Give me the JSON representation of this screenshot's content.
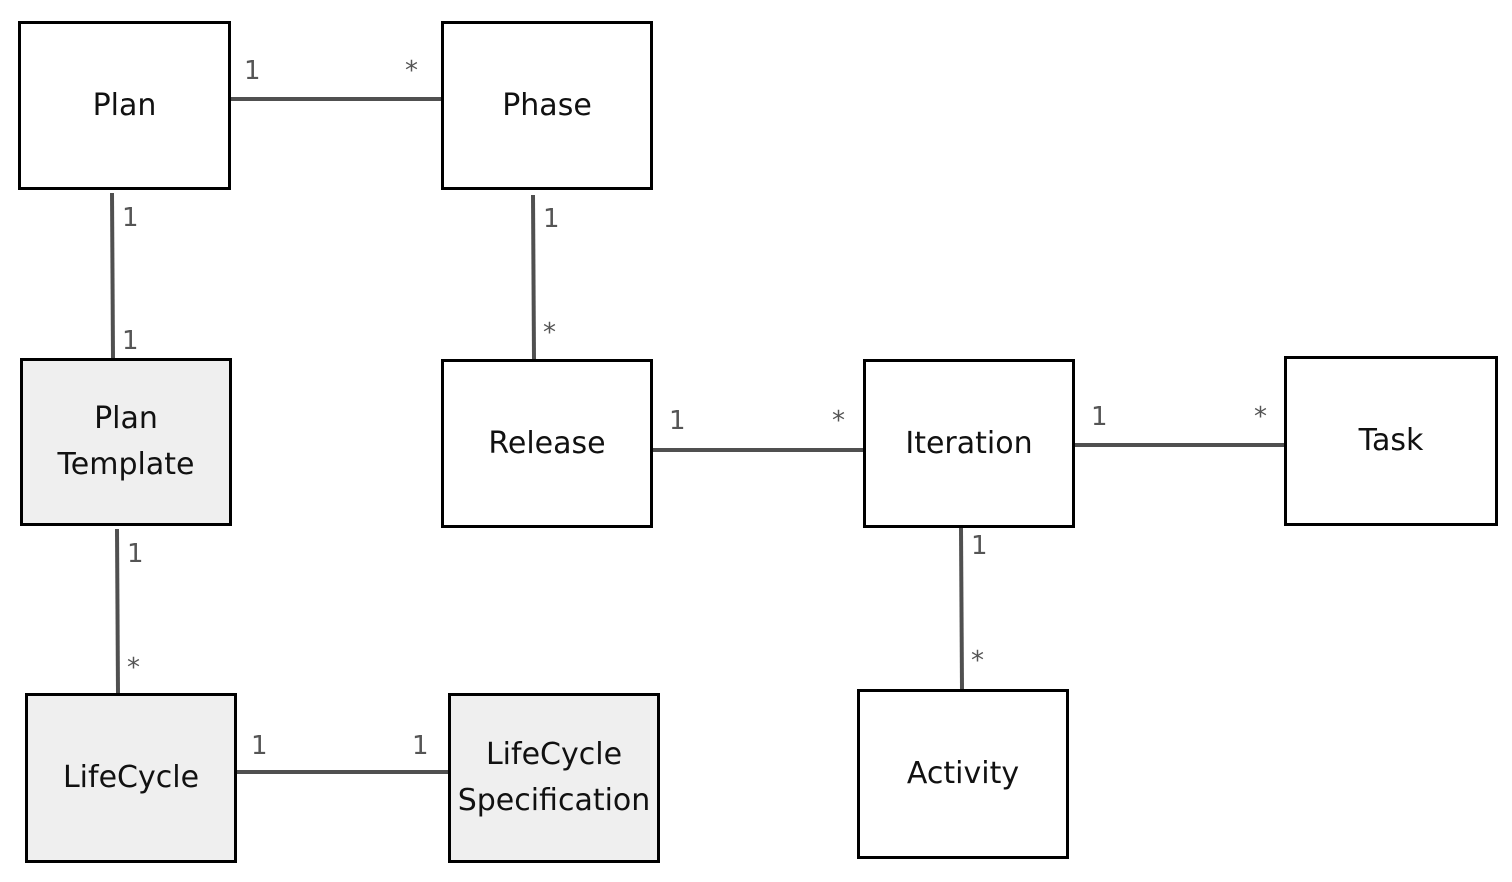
{
  "entities": {
    "plan": {
      "label": "Plan",
      "shaded": false
    },
    "phase": {
      "label": "Phase",
      "shaded": false
    },
    "plan_template": {
      "label": "Plan\nTemplate",
      "shaded": true
    },
    "release": {
      "label": "Release",
      "shaded": false
    },
    "iteration": {
      "label": "Iteration",
      "shaded": false
    },
    "task": {
      "label": "Task",
      "shaded": false
    },
    "lifecycle": {
      "label": "LifeCycle",
      "shaded": true
    },
    "lifecycle_specification": {
      "label": "LifeCycle\nSpecification",
      "shaded": true
    },
    "activity": {
      "label": "Activity",
      "shaded": false
    }
  },
  "associations": [
    {
      "from": "Plan",
      "to": "Phase",
      "from_mult": "1",
      "to_mult": "*"
    },
    {
      "from": "Plan",
      "to": "Plan Template",
      "from_mult": "1",
      "to_mult": "1"
    },
    {
      "from": "Phase",
      "to": "Release",
      "from_mult": "1",
      "to_mult": "*"
    },
    {
      "from": "Plan Template",
      "to": "LifeCycle",
      "from_mult": "1",
      "to_mult": "*"
    },
    {
      "from": "Release",
      "to": "Iteration",
      "from_mult": "1",
      "to_mult": "*"
    },
    {
      "from": "Iteration",
      "to": "Task",
      "from_mult": "1",
      "to_mult": "*"
    },
    {
      "from": "Iteration",
      "to": "Activity",
      "from_mult": "1",
      "to_mult": "*"
    },
    {
      "from": "LifeCycle",
      "to": "LifeCycle Specification",
      "from_mult": "1",
      "to_mult": "1"
    }
  ],
  "colors": {
    "box_border": "#000000",
    "shaded_fill": "#efefef",
    "connector": "#505050",
    "multiplicity_text": "#555555"
  }
}
